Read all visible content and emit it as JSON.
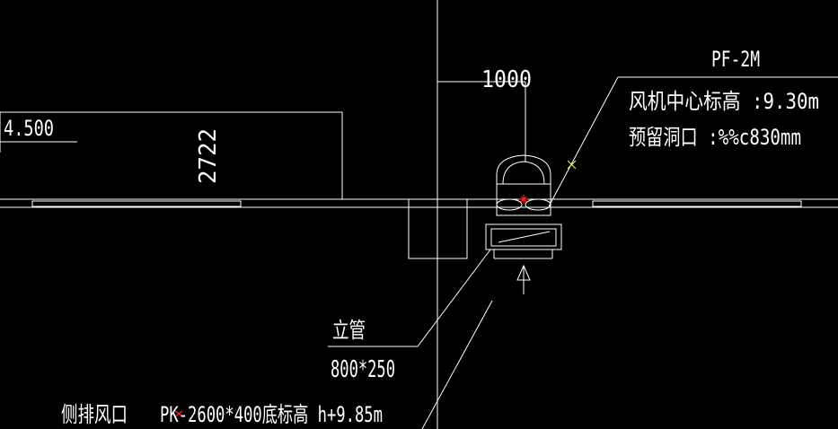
{
  "drawing": {
    "colors": {
      "background": "#000000",
      "line": "#ffffff",
      "marker_red": "#ff2020",
      "marker_yellow": "#ffff40"
    },
    "labels": {
      "elevation_left": "4.500",
      "vertical_dim": "2722",
      "dimension_top": "1000",
      "fan_code": "PF-2M",
      "fan_center_elevation": "风机中心标高    :9.30m",
      "reserved_opening": "预留洞口  :%%c830mm",
      "riser_label": "立管",
      "riser_size": "800*250",
      "side_exhaust_label": "侧排风口",
      "side_exhaust_spec": "PK-2600*400底标高  h+9.85m"
    }
  }
}
